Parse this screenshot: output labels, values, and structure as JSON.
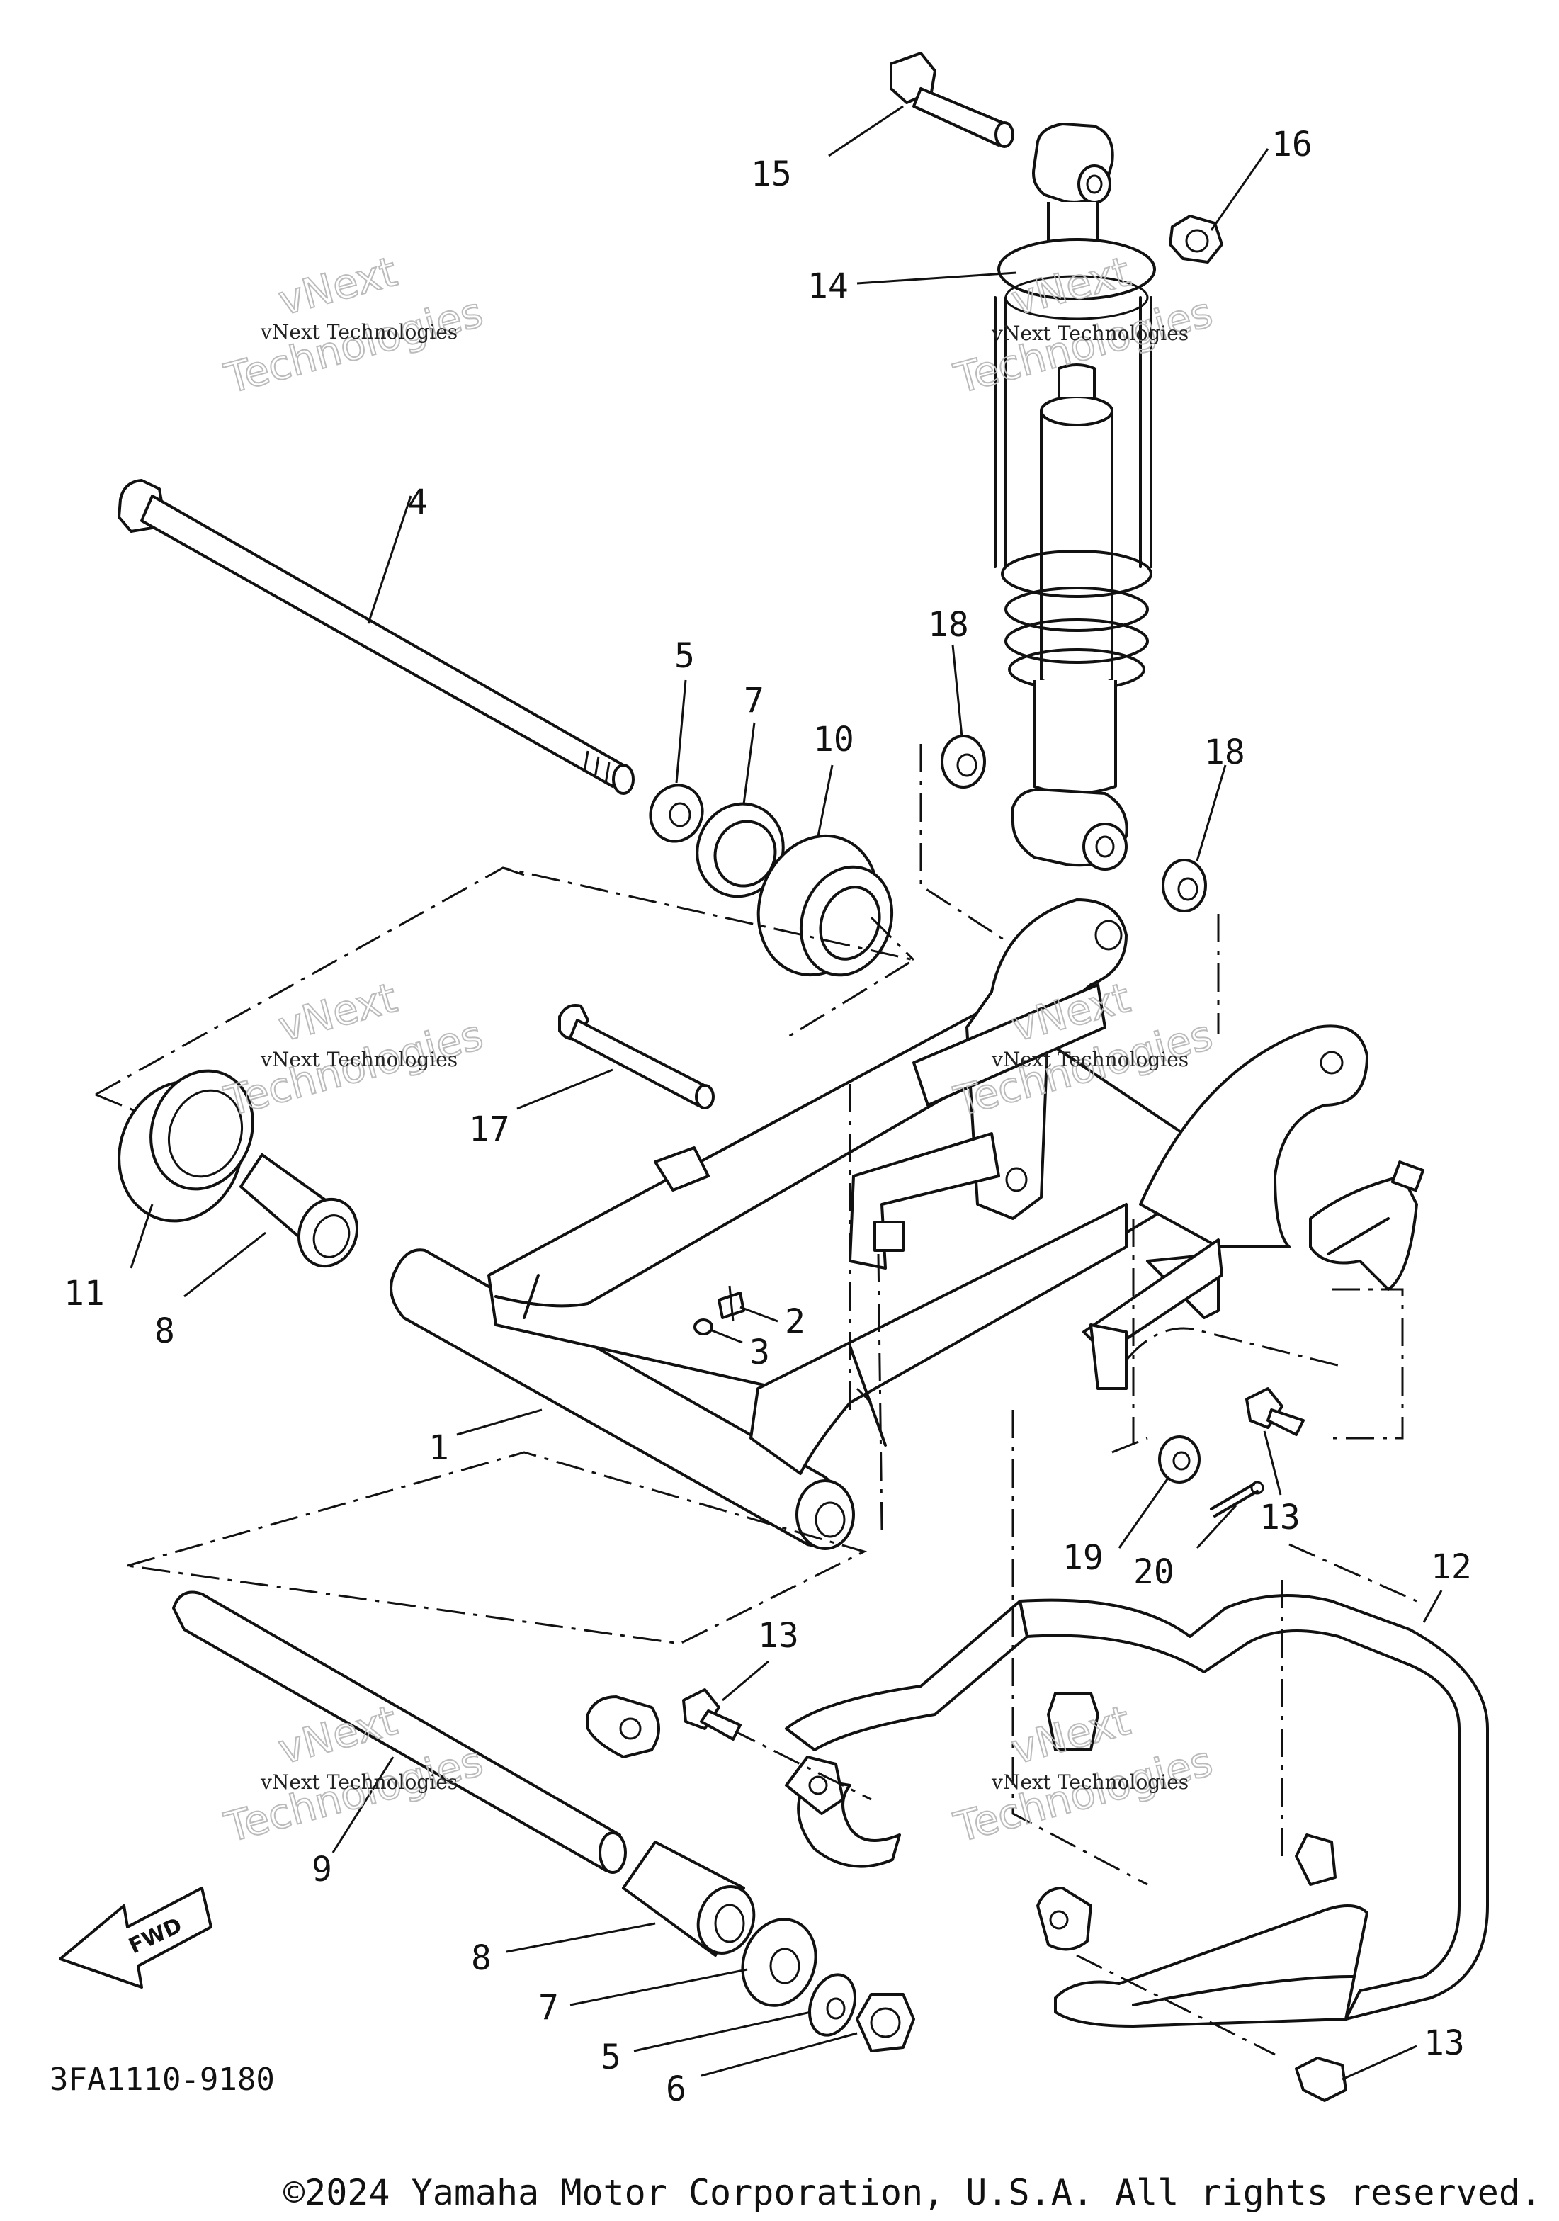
{
  "diagram_code": "3FA1110-9180",
  "copyright": "©2024 Yamaha Motor Corporation, U.S.A. All rights reserved.",
  "fwd_label": "FWD",
  "watermark": {
    "line1": "vNext Technologies",
    "big1": "vNext",
    "big2": "Technologies"
  },
  "callouts": {
    "c1": "1",
    "c2": "2",
    "c3": "3",
    "c4": "4",
    "c5a": "5",
    "c5b": "5",
    "c6": "6",
    "c7a": "7",
    "c7b": "7",
    "c8a": "8",
    "c8b": "8",
    "c9": "9",
    "c10": "10",
    "c11": "11",
    "c12": "12",
    "c13a": "13",
    "c13b": "13",
    "c13c": "13",
    "c14": "14",
    "c15": "15",
    "c16": "16",
    "c17": "17",
    "c18a": "18",
    "c18b": "18",
    "c19": "19",
    "c20": "20"
  }
}
